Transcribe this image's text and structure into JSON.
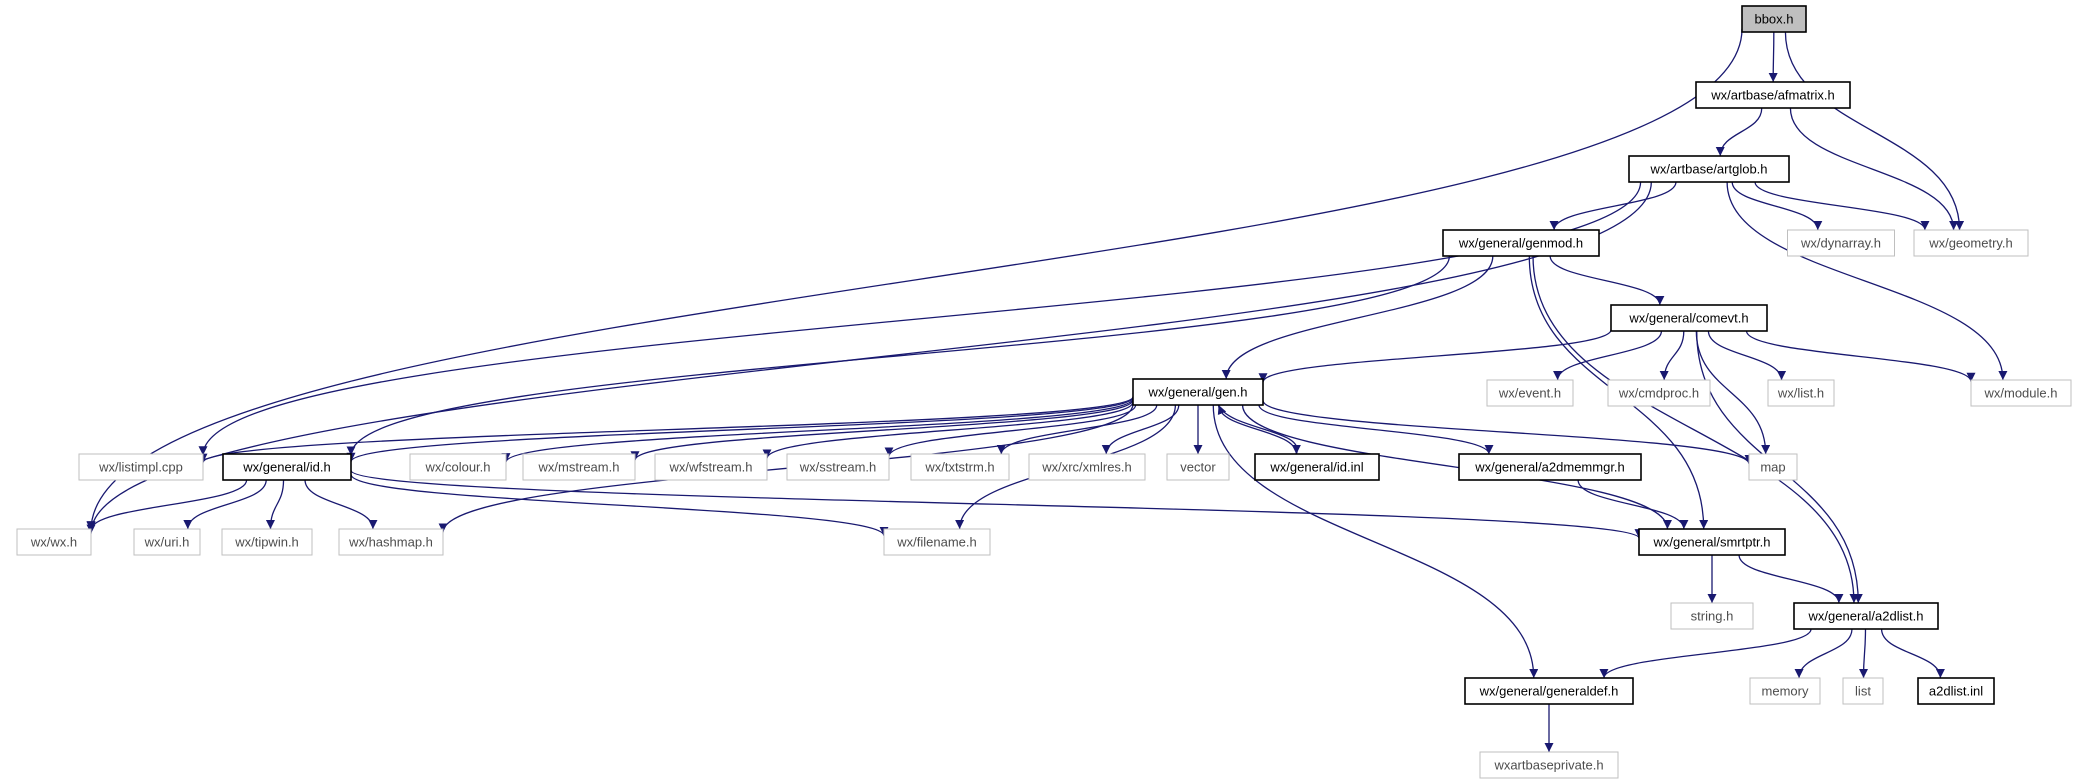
{
  "colors": {
    "edge": "#191970",
    "node_doc": "#000000",
    "node_ext": "#bfbfbf",
    "fill_root": "#bfbfbf",
    "fill": "#ffffff",
    "text_doc": "#000000",
    "text_ext": "#4d4d4d"
  },
  "nodes": [
    {
      "id": "bbox",
      "label": "bbox.h",
      "kind": "root"
    },
    {
      "id": "afmatrix",
      "label": "wx/artbase/afmatrix.h",
      "kind": "doc"
    },
    {
      "id": "artglob",
      "label": "wx/artbase/artglob.h",
      "kind": "doc"
    },
    {
      "id": "geometry",
      "label": "wx/geometry.h",
      "kind": "ext"
    },
    {
      "id": "dynarray",
      "label": "wx/dynarray.h",
      "kind": "ext"
    },
    {
      "id": "genmod",
      "label": "wx/general/genmod.h",
      "kind": "doc"
    },
    {
      "id": "comevt",
      "label": "wx/general/comevt.h",
      "kind": "doc"
    },
    {
      "id": "module",
      "label": "wx/module.h",
      "kind": "ext"
    },
    {
      "id": "event",
      "label": "wx/event.h",
      "kind": "ext"
    },
    {
      "id": "cmdproc",
      "label": "wx/cmdproc.h",
      "kind": "ext"
    },
    {
      "id": "list_h",
      "label": "wx/list.h",
      "kind": "ext"
    },
    {
      "id": "gen",
      "label": "wx/general/gen.h",
      "kind": "doc"
    },
    {
      "id": "listimpl",
      "label": "wx/listimpl.cpp",
      "kind": "ext"
    },
    {
      "id": "id_h",
      "label": "wx/general/id.h",
      "kind": "doc"
    },
    {
      "id": "colour",
      "label": "wx/colour.h",
      "kind": "ext"
    },
    {
      "id": "mstream",
      "label": "wx/mstream.h",
      "kind": "ext"
    },
    {
      "id": "wfstream",
      "label": "wx/wfstream.h",
      "kind": "ext"
    },
    {
      "id": "sstream",
      "label": "wx/sstream.h",
      "kind": "ext"
    },
    {
      "id": "txtstrm",
      "label": "wx/txtstrm.h",
      "kind": "ext"
    },
    {
      "id": "xmlres",
      "label": "wx/xrc/xmlres.h",
      "kind": "ext"
    },
    {
      "id": "vector",
      "label": "vector",
      "kind": "ext"
    },
    {
      "id": "id_inl",
      "label": "wx/general/id.inl",
      "kind": "doc"
    },
    {
      "id": "a2dmemmgr",
      "label": "wx/general/a2dmemmgr.h",
      "kind": "doc"
    },
    {
      "id": "map",
      "label": "map",
      "kind": "ext"
    },
    {
      "id": "wx_h",
      "label": "wx/wx.h",
      "kind": "ext"
    },
    {
      "id": "uri",
      "label": "wx/uri.h",
      "kind": "ext"
    },
    {
      "id": "tipwin",
      "label": "wx/tipwin.h",
      "kind": "ext"
    },
    {
      "id": "hashmap",
      "label": "wx/hashmap.h",
      "kind": "ext"
    },
    {
      "id": "filename",
      "label": "wx/filename.h",
      "kind": "ext"
    },
    {
      "id": "smrtptr",
      "label": "wx/general/smrtptr.h",
      "kind": "doc"
    },
    {
      "id": "string_h",
      "label": "string.h",
      "kind": "ext"
    },
    {
      "id": "a2dlist",
      "label": "wx/general/a2dlist.h",
      "kind": "doc"
    },
    {
      "id": "memory",
      "label": "memory",
      "kind": "ext"
    },
    {
      "id": "list",
      "label": "list",
      "kind": "ext"
    },
    {
      "id": "a2dlist_inl",
      "label": "a2dlist.inl",
      "kind": "doc"
    },
    {
      "id": "generaldef",
      "label": "wx/general/generaldef.h",
      "kind": "doc"
    },
    {
      "id": "wxartbaseprivate",
      "label": "wxartbaseprivate.h",
      "kind": "ext"
    }
  ],
  "edges": [
    [
      "bbox",
      "afmatrix"
    ],
    [
      "bbox",
      "geometry"
    ],
    [
      "bbox",
      "wx_h"
    ],
    [
      "afmatrix",
      "artglob"
    ],
    [
      "afmatrix",
      "geometry"
    ],
    [
      "artglob",
      "geometry"
    ],
    [
      "artglob",
      "dynarray"
    ],
    [
      "artglob",
      "genmod"
    ],
    [
      "artglob",
      "module"
    ],
    [
      "artglob",
      "wx_h"
    ],
    [
      "artglob",
      "listimpl"
    ],
    [
      "genmod",
      "comevt"
    ],
    [
      "genmod",
      "gen"
    ],
    [
      "genmod",
      "id_h"
    ],
    [
      "genmod",
      "smrtptr"
    ],
    [
      "genmod",
      "a2dlist"
    ],
    [
      "comevt",
      "gen"
    ],
    [
      "comevt",
      "event"
    ],
    [
      "comevt",
      "cmdproc"
    ],
    [
      "comevt",
      "list_h"
    ],
    [
      "comevt",
      "module"
    ],
    [
      "comevt",
      "map"
    ],
    [
      "comevt",
      "a2dlist"
    ],
    [
      "gen",
      "listimpl"
    ],
    [
      "gen",
      "id_h"
    ],
    [
      "gen",
      "colour"
    ],
    [
      "gen",
      "mstream"
    ],
    [
      "gen",
      "wfstream"
    ],
    [
      "gen",
      "sstream"
    ],
    [
      "gen",
      "txtstrm"
    ],
    [
      "gen",
      "xmlres"
    ],
    [
      "gen",
      "vector"
    ],
    [
      "gen",
      "id_inl"
    ],
    [
      "gen",
      "a2dmemmgr"
    ],
    [
      "gen",
      "map"
    ],
    [
      "gen",
      "smrtptr"
    ],
    [
      "gen",
      "filename"
    ],
    [
      "gen",
      "hashmap"
    ],
    [
      "gen",
      "generaldef"
    ],
    [
      "id_inl",
      "gen"
    ],
    [
      "id_h",
      "wx_h"
    ],
    [
      "id_h",
      "uri"
    ],
    [
      "id_h",
      "tipwin"
    ],
    [
      "id_h",
      "hashmap"
    ],
    [
      "id_h",
      "filename"
    ],
    [
      "id_h",
      "smrtptr"
    ],
    [
      "a2dmemmgr",
      "smrtptr"
    ],
    [
      "smrtptr",
      "string_h"
    ],
    [
      "smrtptr",
      "a2dlist"
    ],
    [
      "a2dlist",
      "memory"
    ],
    [
      "a2dlist",
      "list"
    ],
    [
      "a2dlist",
      "a2dlist_inl"
    ],
    [
      "a2dlist",
      "generaldef"
    ],
    [
      "generaldef",
      "wxartbaseprivate"
    ]
  ]
}
